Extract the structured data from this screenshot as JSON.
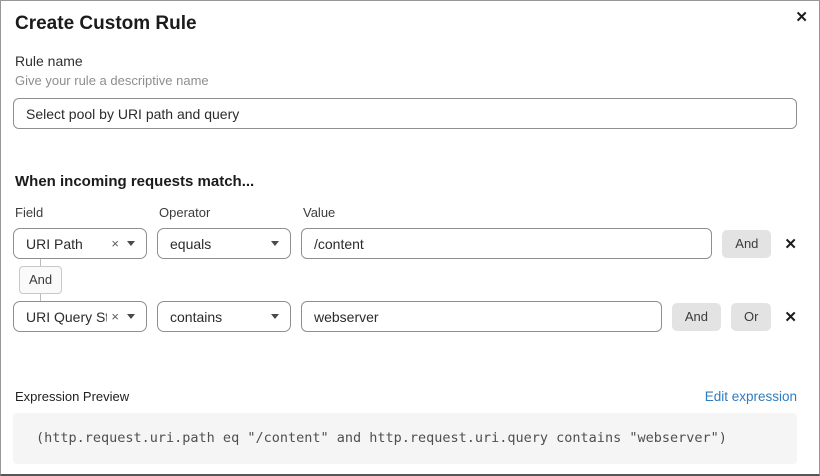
{
  "dialog": {
    "title": "Create Custom Rule"
  },
  "icons": {
    "close": "✕",
    "delete_row": "✕",
    "clear": "×"
  },
  "rule_name": {
    "label": "Rule name",
    "helper": "Give your rule a descriptive name",
    "value": "Select pool by URI path and query"
  },
  "matcher": {
    "heading": "When incoming requests match...",
    "columns": {
      "field": "Field",
      "operator": "Operator",
      "value": "Value"
    },
    "connector": "And",
    "rows": [
      {
        "field": "URI Path",
        "operator": "equals",
        "value": "/content",
        "and_label": "And"
      },
      {
        "field": "URI Query St...",
        "operator": "contains",
        "value": "webserver",
        "and_label": "And",
        "or_label": "Or"
      }
    ]
  },
  "expression": {
    "label": "Expression Preview",
    "edit_link": "Edit expression",
    "code": "(http.request.uri.path eq \"/content\" and http.request.uri.query contains \"webserver\")"
  },
  "colors": {
    "link": "#2f7bbf",
    "button_bg": "#e3e3e3",
    "code_bg": "#f5f5f6"
  }
}
